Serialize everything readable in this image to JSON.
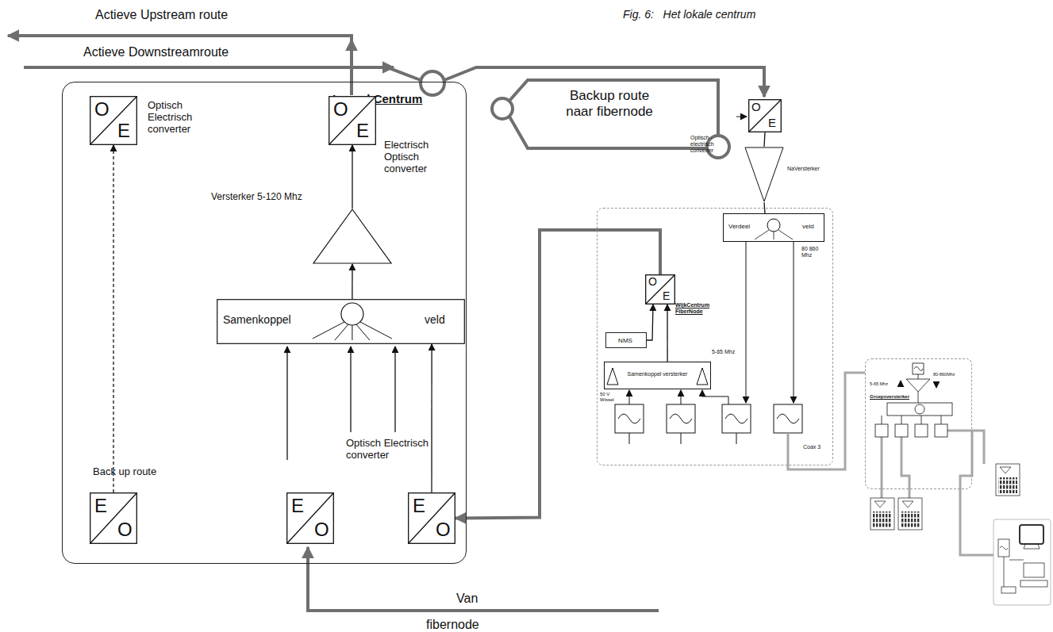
{
  "diagram": {
    "caption": "Fig. 6:   Het lokale centrum",
    "nodes": [
      {
        "text": [
          "Locaal Centrum"
        ]
      },
      {
        "text": [
          "O",
          "E"
        ],
        "in": 0
      },
      {
        "text": [
          "O",
          "E"
        ],
        "in": 0
      },
      {
        "text": [
          "Versterker 5-120 Mhz"
        ],
        "in": 0
      },
      {
        "text": [
          "Samenkoppel",
          "veld"
        ],
        "in": 0
      },
      {
        "text": [
          "E",
          "O"
        ],
        "in": 0
      },
      {
        "text": [
          "E",
          "O"
        ],
        "in": 0
      },
      {
        "text": [
          "E",
          "O"
        ],
        "in": 0
      },
      {
        "text": [
          "Backup route naar fibernode"
        ]
      },
      {
        "text": [
          "O",
          "E"
        ]
      },
      {
        "text": [
          "NaVersterker"
        ]
      },
      {
        "text": [
          "WijkCentrum FiberNode"
        ]
      },
      {
        "text": [
          "Verdeel",
          "veld"
        ],
        "in": 11
      },
      {
        "text": [
          "O",
          "E"
        ],
        "in": 11
      },
      {
        "text": [
          "NMS"
        ],
        "in": 11
      },
      {
        "text": [
          "Samenkoppel versterker"
        ],
        "in": 11
      },
      {
        "text": [
          "Groepsversterker"
        ]
      }
    ],
    "edges": [
      {
        "from": 4,
        "to": 3,
        "arrow": "to"
      },
      {
        "from": 3,
        "to": 2,
        "arrow": "to"
      },
      {
        "from": 7,
        "to": 4,
        "arrow": "to"
      },
      {
        "from": 5,
        "to": 1,
        "arrow": "to"
      },
      {
        "from": 13,
        "to": 7,
        "arrow": "to"
      },
      {
        "from": 9,
        "to": 10,
        "arrow": "none"
      },
      {
        "from": 10,
        "to": 12,
        "arrow": "none"
      },
      {
        "from": 14,
        "to": 13,
        "arrow": "to"
      },
      {
        "from": 15,
        "to": 13,
        "arrow": "to"
      }
    ],
    "labels": [
      "Actieve Upstream route",
      "Actieve Downstreamroute",
      "Optisch Electrisch converter",
      "Electrisch Optisch converter",
      "Back up route",
      "Optisch Electrisch converter",
      "Van",
      "fibernode",
      "Optisch - electrisch converter",
      "5-65 Mhz",
      "80 860 Mhz",
      "50 V Wissel",
      "Coax 3",
      "5-65 Mhz",
      "80-860Mhz"
    ]
  }
}
